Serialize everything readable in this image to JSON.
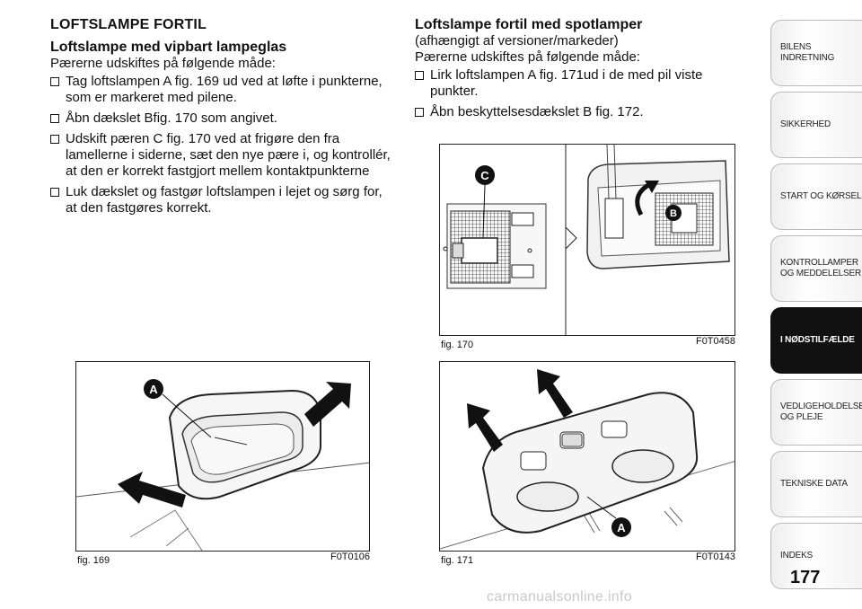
{
  "left": {
    "heading": "LOFTSLAMPE FORTIL",
    "subheading": "Loftslampe med vipbart lampeglas",
    "intro": "Pærerne udskiftes på følgende måde:",
    "bullets": [
      "Tag loftslampen A fig. 169 ud ved at løfte i punkterne, som er markeret med pilene.",
      "Åbn dækslet Bfig. 170 som angivet.",
      "Udskift pæren C fig. 170 ved at frigøre den fra lamellerne i siderne, sæt den nye pære i, og kontrollér, at den er korrekt fastgjort mellem kontaktpunkterne",
      "Luk dækslet og fastgør loftslampen i lejet og sørg for, at den fastgøres korrekt."
    ]
  },
  "right": {
    "heading": "Loftslampe fortil med spotlamper",
    "note": "(afhængigt af versioner/markeder)",
    "intro": "Pærerne udskiftes på følgende måde:",
    "bullets": [
      "Lirk loftslampen A fig. 171ud i de med pil viste punkter.",
      "Åbn beskyttelsesdækslet B fig. 172."
    ]
  },
  "figures": {
    "fig169": {
      "caption": "fig. 169",
      "code": "F0T0106",
      "label_a": "A"
    },
    "fig170": {
      "caption": "fig. 170",
      "code": "F0T0458",
      "label_c": "C",
      "label_b": "B"
    },
    "fig171": {
      "caption": "fig. 171",
      "code": "F0T0143",
      "label_a": "A"
    }
  },
  "sidebar": {
    "tabs": [
      {
        "line1": "BILENS INDRETNING",
        "line2": ""
      },
      {
        "line1": "SIKKERHED",
        "line2": ""
      },
      {
        "line1": "START OG KØRSEL",
        "line2": ""
      },
      {
        "line1": "KONTROLLAMPER",
        "line2": "OG MEDDELELSER"
      },
      {
        "line1": "I NØDSTILFÆLDE",
        "line2": ""
      },
      {
        "line1": "VEDLIGEHOLDELSE",
        "line2": "OG PLEJE"
      },
      {
        "line1": "TEKNISKE DATA",
        "line2": ""
      },
      {
        "line1": "INDEKS",
        "line2": ""
      }
    ]
  },
  "page_number": "177",
  "watermark": "carmanualsonline.info"
}
